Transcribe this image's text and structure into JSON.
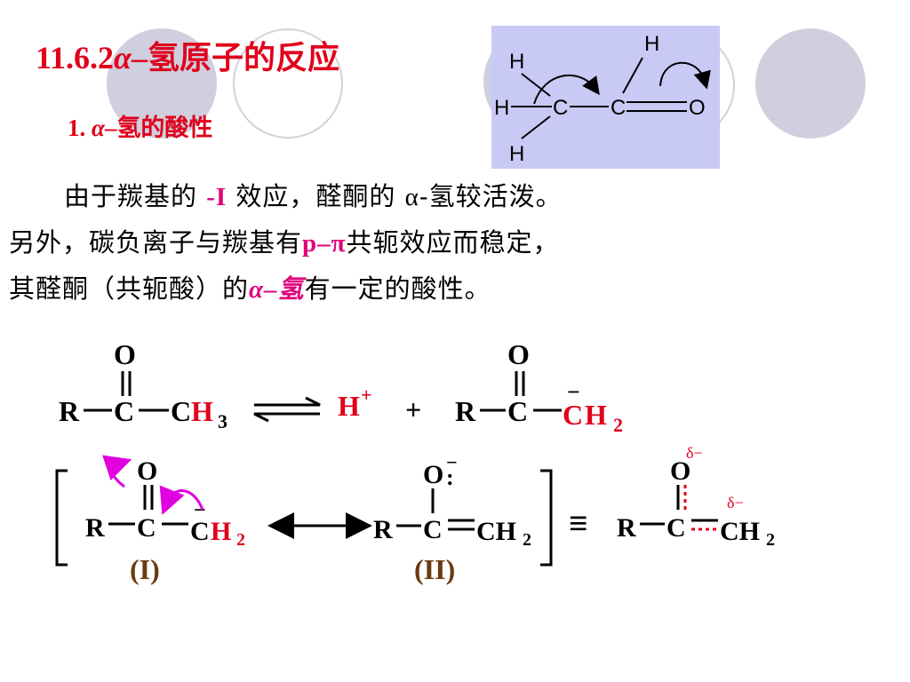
{
  "title": {
    "number": "11.6.2",
    "alpha": "α",
    "dash": "–",
    "text": "氢原子的反应"
  },
  "subtitle": {
    "number": "1.",
    "alpha": "α",
    "dash": "–",
    "text": "氢的酸性"
  },
  "paragraph": {
    "line1_a": "由于羰基的 ",
    "line1_b": "-I",
    "line1_c": " 效应，醛酮的 ",
    "line1_d": "α",
    "line1_e": "-氢较活泼。",
    "line2_a": "另外，碳负离子与羰基有",
    "line2_b": "p–π",
    "line2_c": "共轭效应而稳定，",
    "line3_a": "其醛酮（共轭酸）的",
    "line3_b": "α–氢",
    "line3_c": "有一定的酸性。"
  },
  "molecule": {
    "h": "H",
    "c": "C",
    "o": "O"
  },
  "equation1": {
    "o": "O",
    "r": "R",
    "c": "C",
    "ch": "C",
    "h3": "H",
    "sub3": "3",
    "hplus": "H",
    "plus_sup": "+",
    "plus": "+",
    "minus": "−",
    "h2": "H",
    "sub2": "2"
  },
  "resonance": {
    "label1": "(I)",
    "label2": "(II)",
    "r": "R",
    "c": "C",
    "o": "O",
    "ch2": "CH",
    "sub2": "2",
    "h2": "H",
    "minus": "−",
    "colon": ":",
    "delta_minus": "δ−",
    "equiv": "≡"
  },
  "colors": {
    "accent_red": "#e0001b",
    "magenta": "#e0007a",
    "label_brown": "#6b3a10",
    "panel": "#c9c9f5"
  }
}
